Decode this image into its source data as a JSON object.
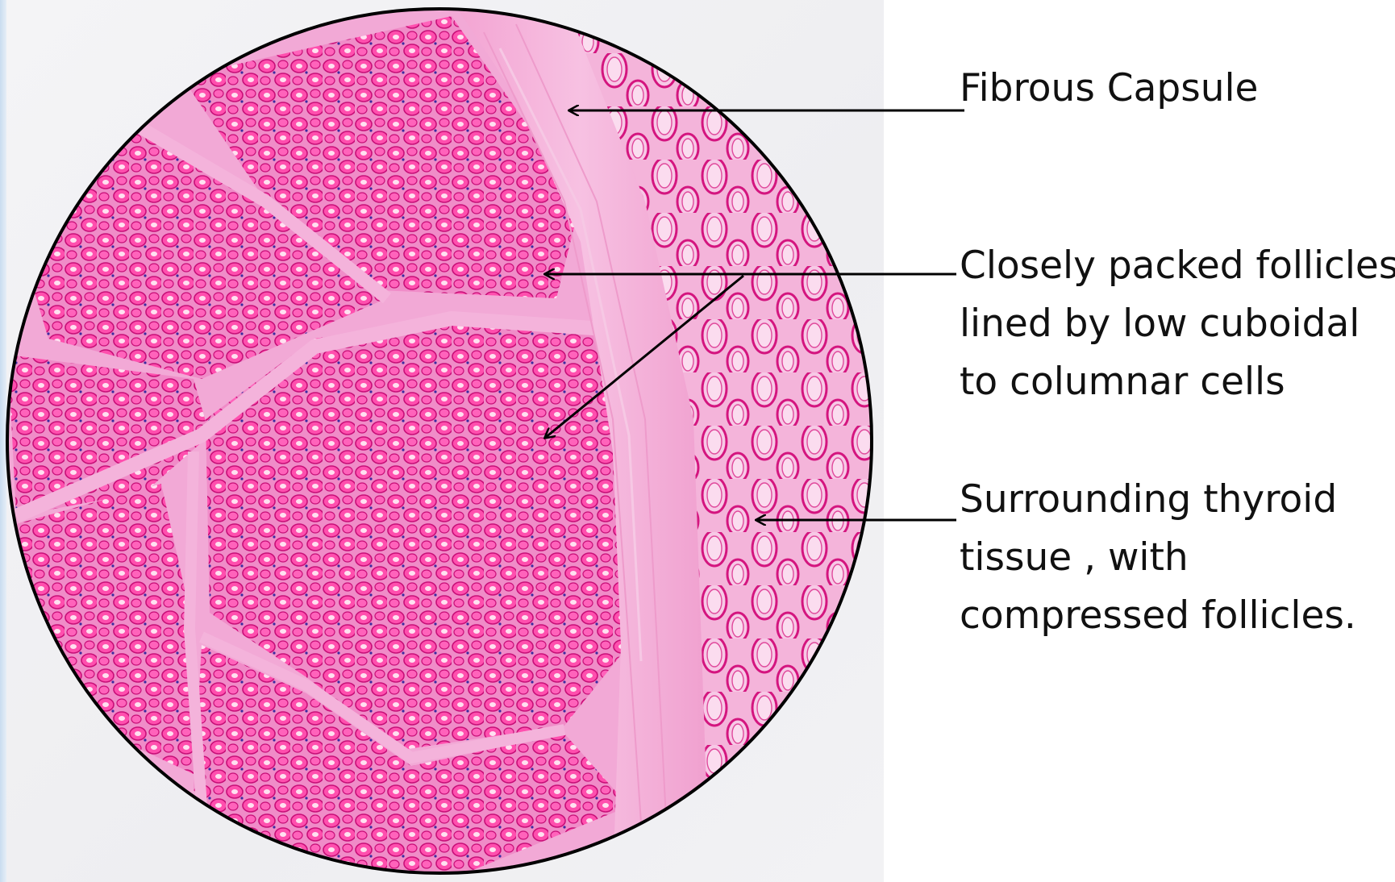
{
  "labels": {
    "fibrous_capsule": "Fibrous Capsule",
    "closely_packed": [
      "Closely packed follicles",
      "lined by low cuboidal",
      "to columnar cells"
    ],
    "surrounding": [
      "Surrounding thyroid",
      "tissue , with",
      "compressed follicles."
    ]
  },
  "colors": {
    "tissue_base": "#f2a9d6",
    "follicle_fill": "#ff5fb4",
    "follicle_rim": "#d1127e",
    "colloid_light": "#f7c6e4",
    "capsule": "#f3a6d4",
    "circle_outline": "#000000",
    "arrow": "#000000"
  }
}
